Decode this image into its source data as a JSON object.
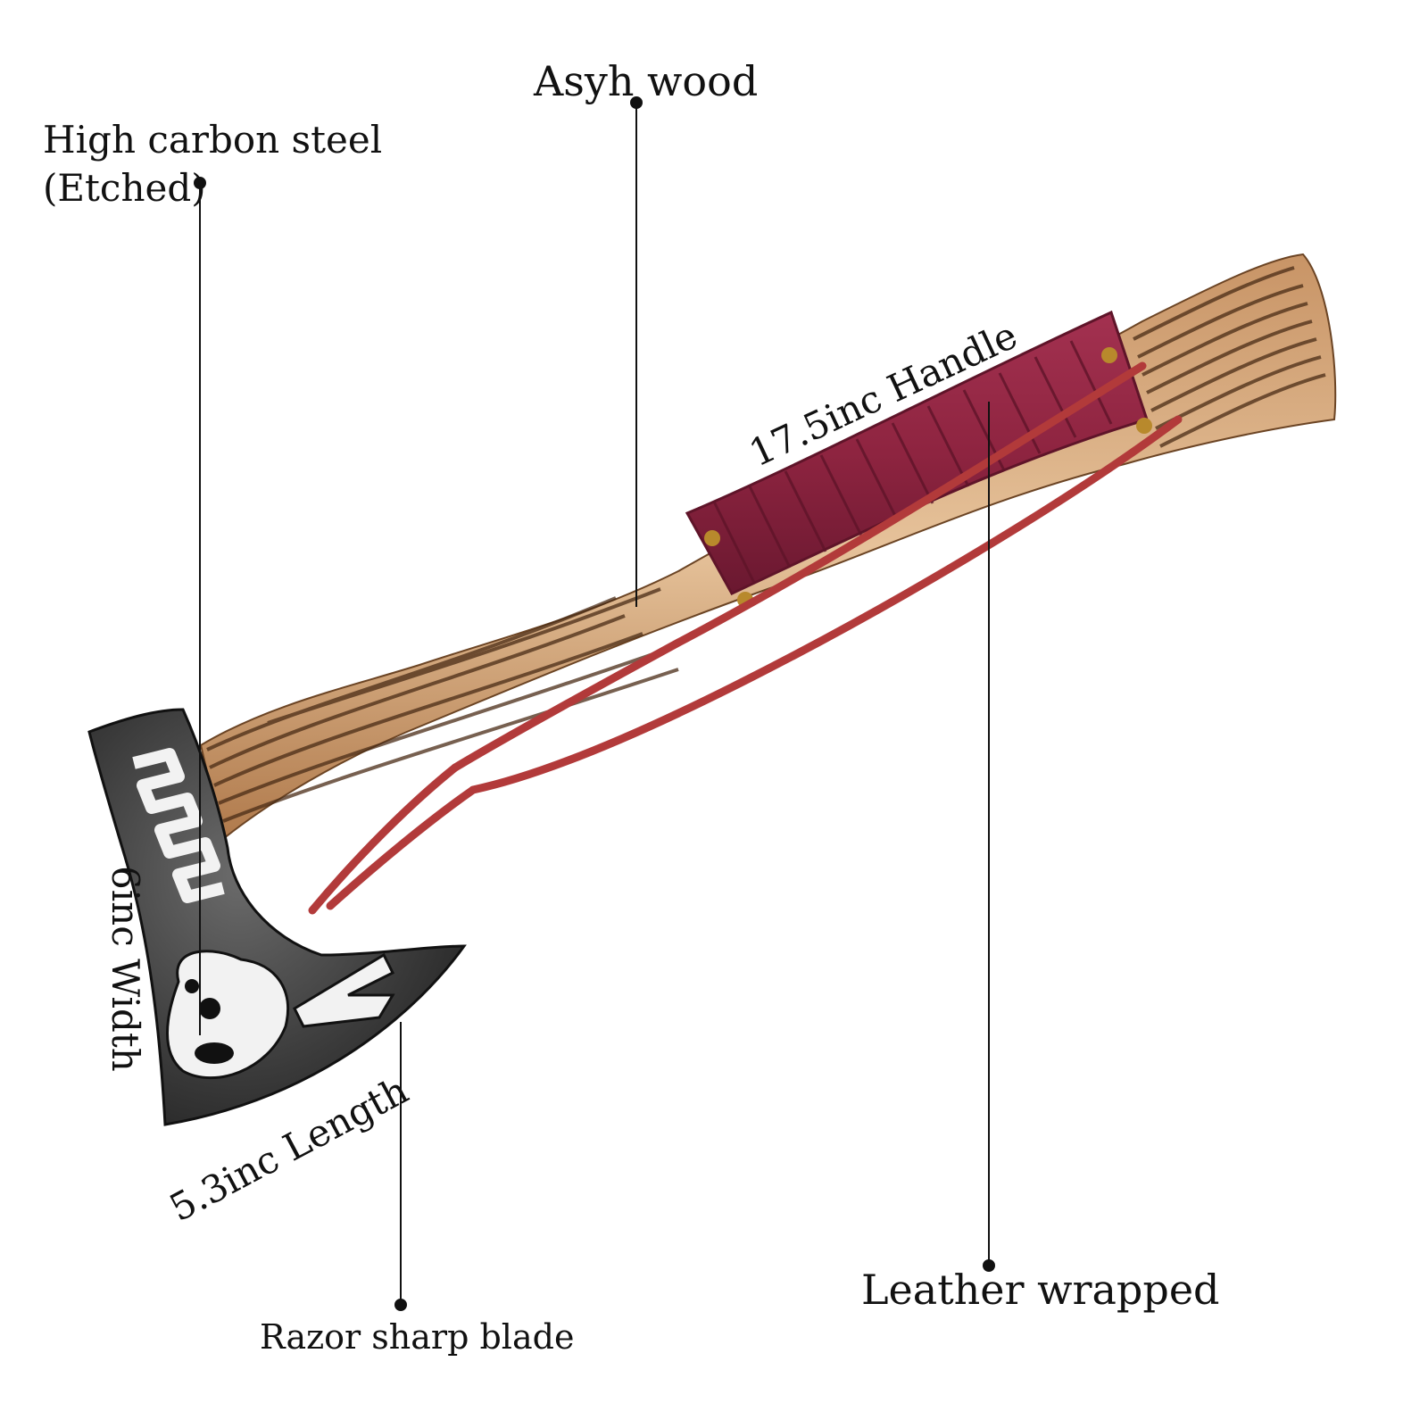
{
  "labels": {
    "asyh_wood": "Asyh wood",
    "high_carbon_line1": "High carbon steel",
    "high_carbon_line2": "(Etched)",
    "handle": "17.5inc Handle",
    "width": "6inc Width",
    "length": "5.3inc Length",
    "leather": "Leather wrapped",
    "razor": "Razor sharp blade"
  },
  "colors": {
    "background": "#ffffff",
    "text": "#111111",
    "wood": "#d9b087",
    "wood_grain": "#4a2c16",
    "leather": "#8e2440",
    "leather_dark": "#5f1429",
    "lace": "#b23a3a",
    "steel": "#2b2b2b",
    "etch": "#f2f2f2",
    "rivet": "#b8892c"
  }
}
